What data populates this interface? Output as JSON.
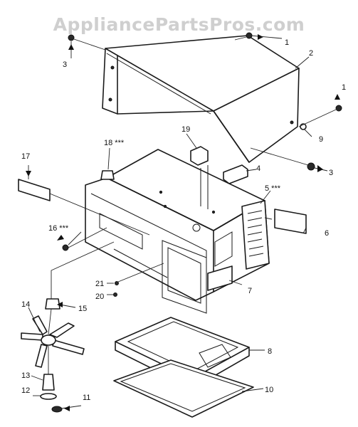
{
  "watermark": "AppliancePartsPros.com",
  "callouts": [
    {
      "id": "c1a",
      "label": "1"
    },
    {
      "id": "c1b",
      "label": "1"
    },
    {
      "id": "c2",
      "label": "2"
    },
    {
      "id": "c3a",
      "label": "3"
    },
    {
      "id": "c3b",
      "label": "3"
    },
    {
      "id": "c4",
      "label": "4"
    },
    {
      "id": "c5",
      "label": "5 ***"
    },
    {
      "id": "c6",
      "label": "6"
    },
    {
      "id": "c7",
      "label": "7"
    },
    {
      "id": "c8",
      "label": "8"
    },
    {
      "id": "c9",
      "label": "9"
    },
    {
      "id": "c10",
      "label": "10"
    },
    {
      "id": "c11",
      "label": "11"
    },
    {
      "id": "c12",
      "label": "12"
    },
    {
      "id": "c13",
      "label": "13"
    },
    {
      "id": "c14",
      "label": "14"
    },
    {
      "id": "c15",
      "label": "15"
    },
    {
      "id": "c16",
      "label": "16 ***"
    },
    {
      "id": "c17",
      "label": "17"
    },
    {
      "id": "c18",
      "label": "18 ***"
    },
    {
      "id": "c19",
      "label": "19"
    },
    {
      "id": "c20",
      "label": "20"
    },
    {
      "id": "c21",
      "label": "21"
    }
  ]
}
